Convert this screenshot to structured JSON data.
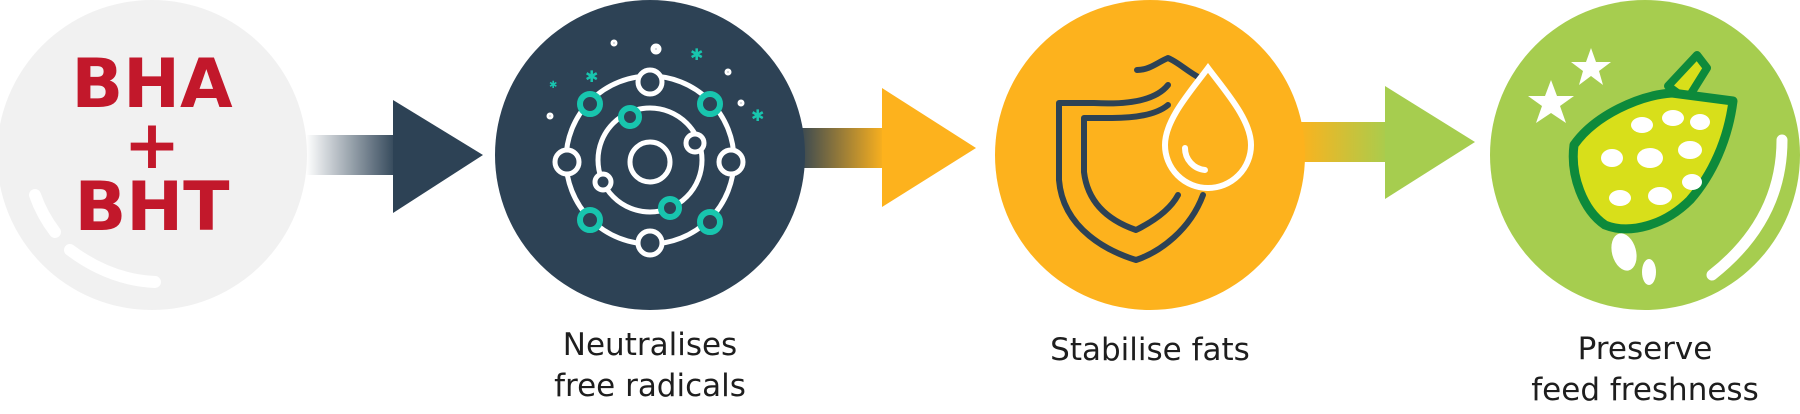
{
  "colors": {
    "gray_circle": "#f1f1f1",
    "navy": "#2d4255",
    "orange": "#fdb21d",
    "green": "#a6cd4f",
    "red_text": "#c2182b",
    "teal": "#18c5ae",
    "dark_green": "#0d8a3b",
    "yellow": "#d8df1a",
    "white": "#ffffff"
  },
  "step1": {
    "line1": "BHA",
    "line2": "+",
    "line3": "BHT"
  },
  "step2": {
    "label_line1": "Neutralises",
    "label_line2": "free radicals",
    "icon": "molecule-icon"
  },
  "step3": {
    "label_line1": "Stabilise fats",
    "icon": "shield-drop-icon"
  },
  "step4": {
    "label_line1": "Preserve",
    "label_line2": "feed freshness",
    "icon": "feed-scoop-icon"
  }
}
